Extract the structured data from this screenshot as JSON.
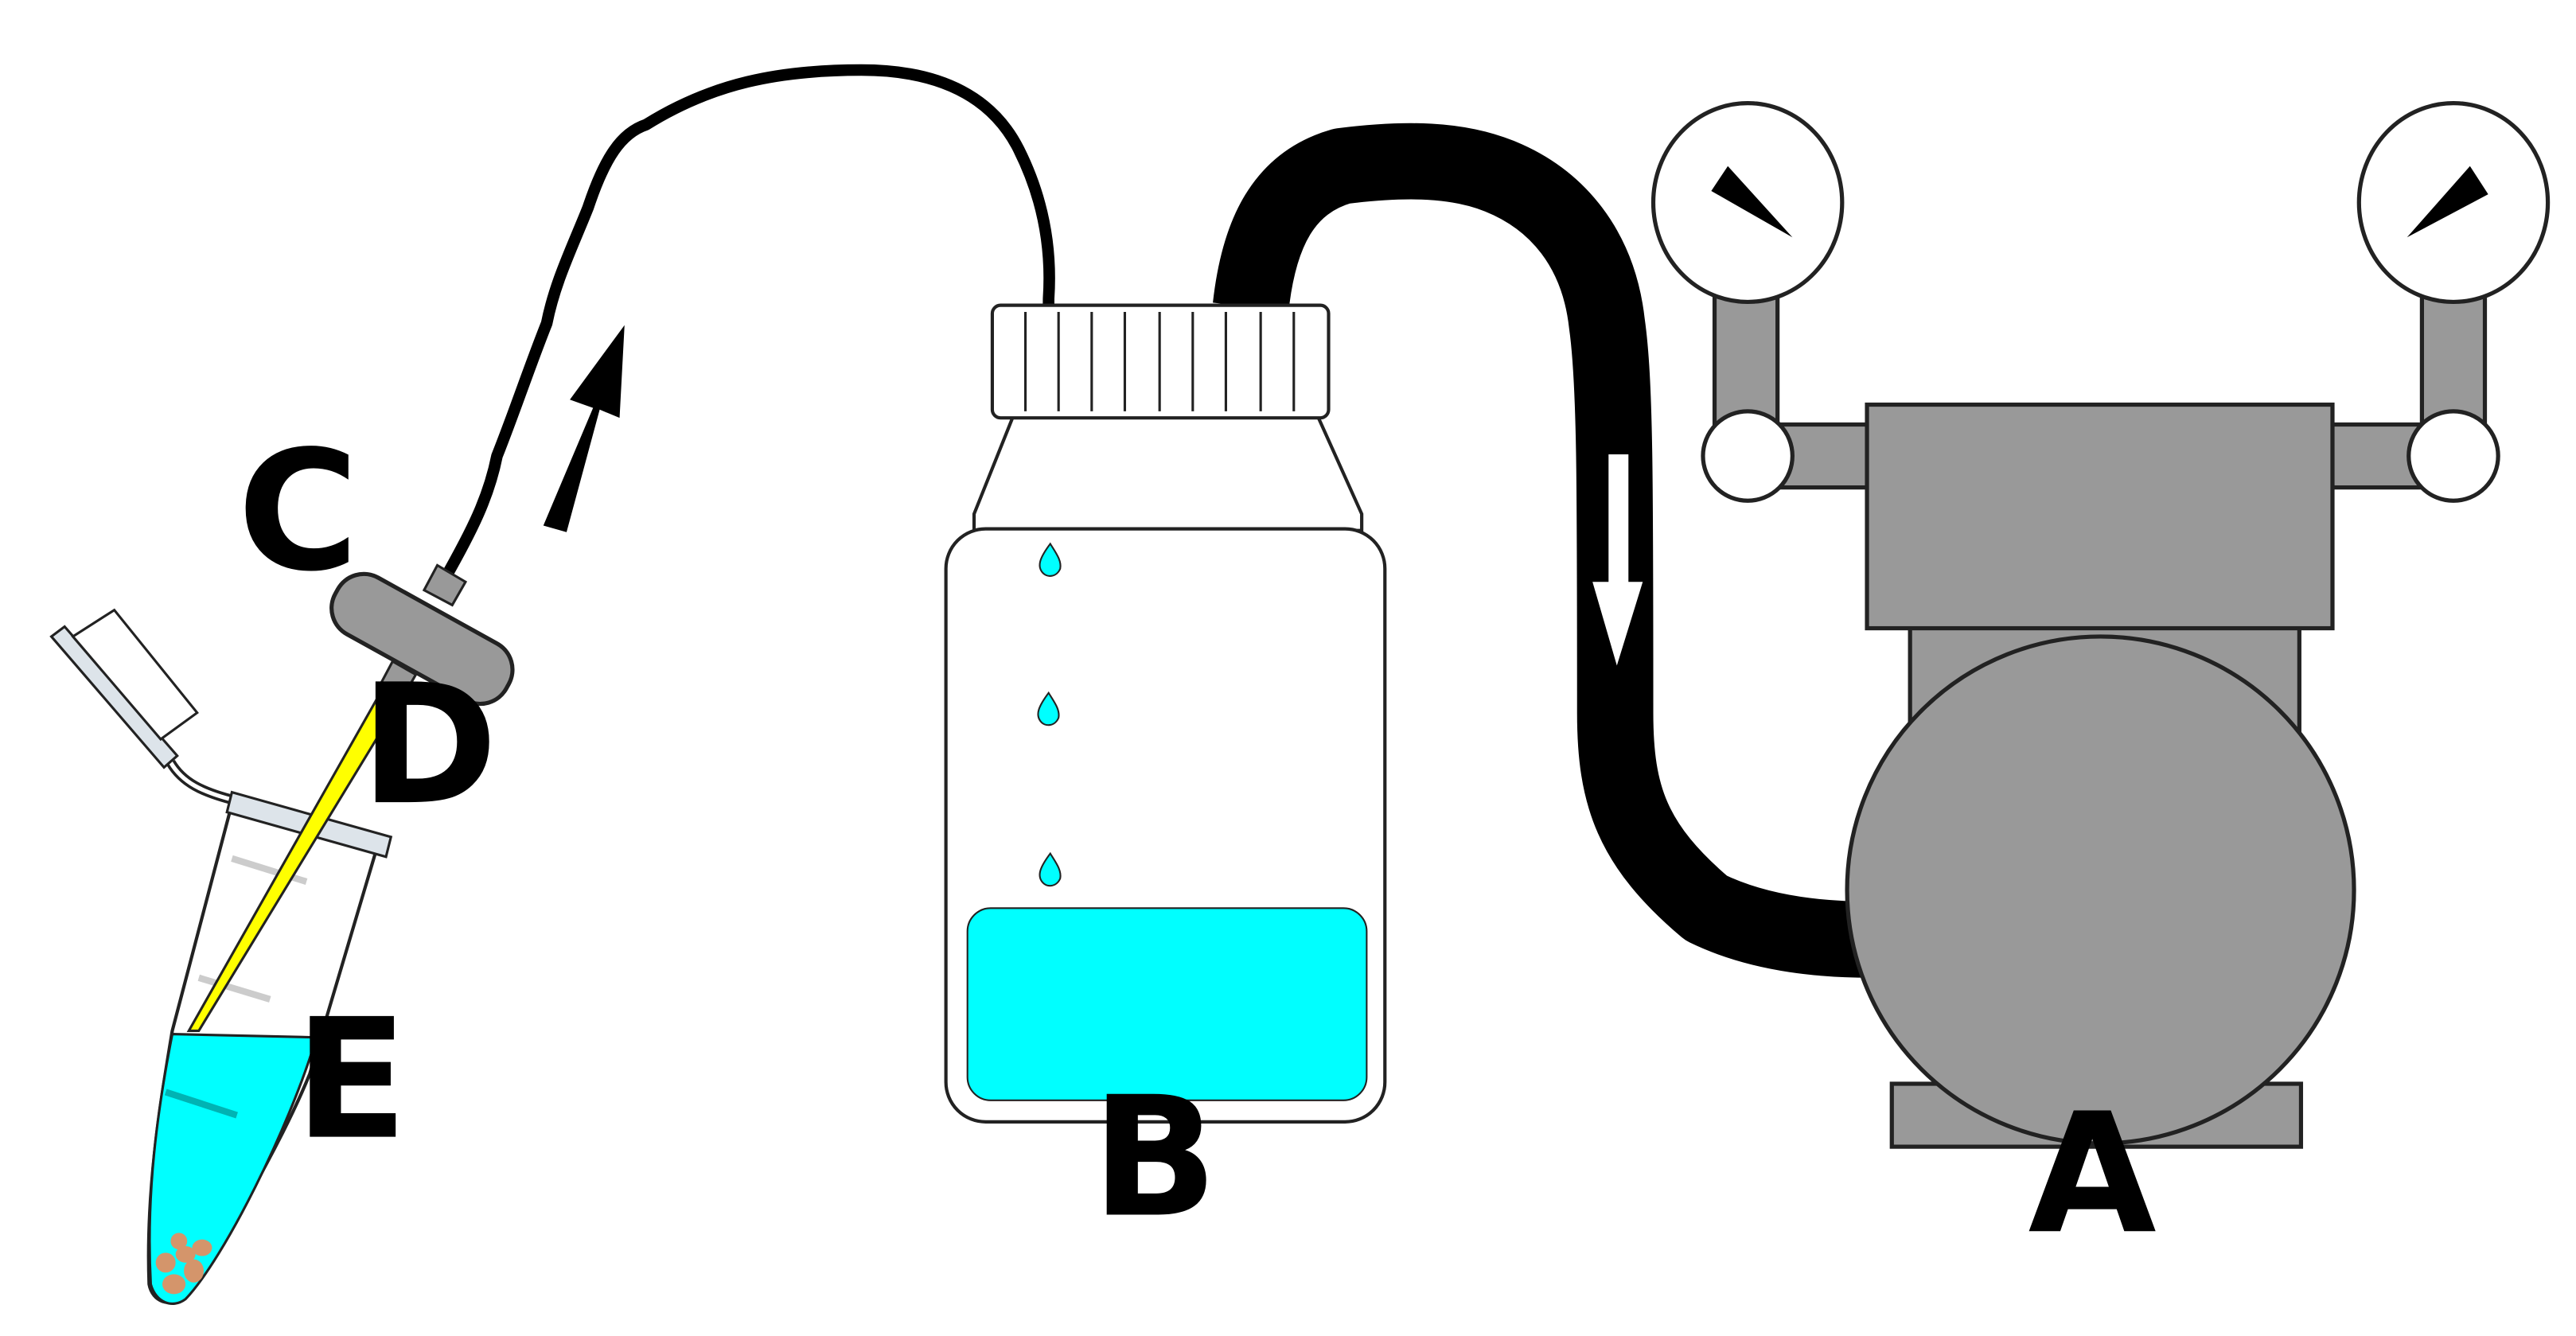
{
  "labels": {
    "a": "A",
    "b": "B",
    "c": "C",
    "d": "D",
    "e": "E"
  },
  "colors": {
    "pump_body": "#999999",
    "liquid": "#00ffff",
    "tip": "#ffff00",
    "tube": "#000000",
    "seeds": "#d4956b",
    "outline": "#222222"
  },
  "icons": [
    "pressure-gauge-icon",
    "flow-arrow-icon",
    "droplet-icon"
  ]
}
